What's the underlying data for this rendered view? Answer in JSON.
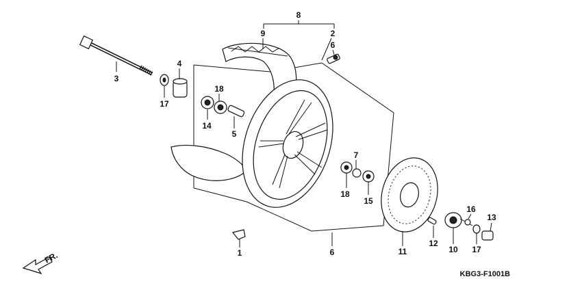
{
  "diagram": {
    "code": "KBG3-F1001B",
    "direction_label": "FR.",
    "callouts": {
      "p8": "8",
      "p9": "9",
      "p2": "2",
      "p6_valve": "6",
      "p3": "3",
      "p4": "4",
      "p17_left": "17",
      "p18_top": "18",
      "p14": "14",
      "p5": "5",
      "p7": "7",
      "p18_lower": "18",
      "p15": "15",
      "p11": "11",
      "p16": "16",
      "p13": "13",
      "p12": "12",
      "p10": "10",
      "p17_right": "17",
      "p1": "1",
      "p6_wheel": "6"
    }
  }
}
